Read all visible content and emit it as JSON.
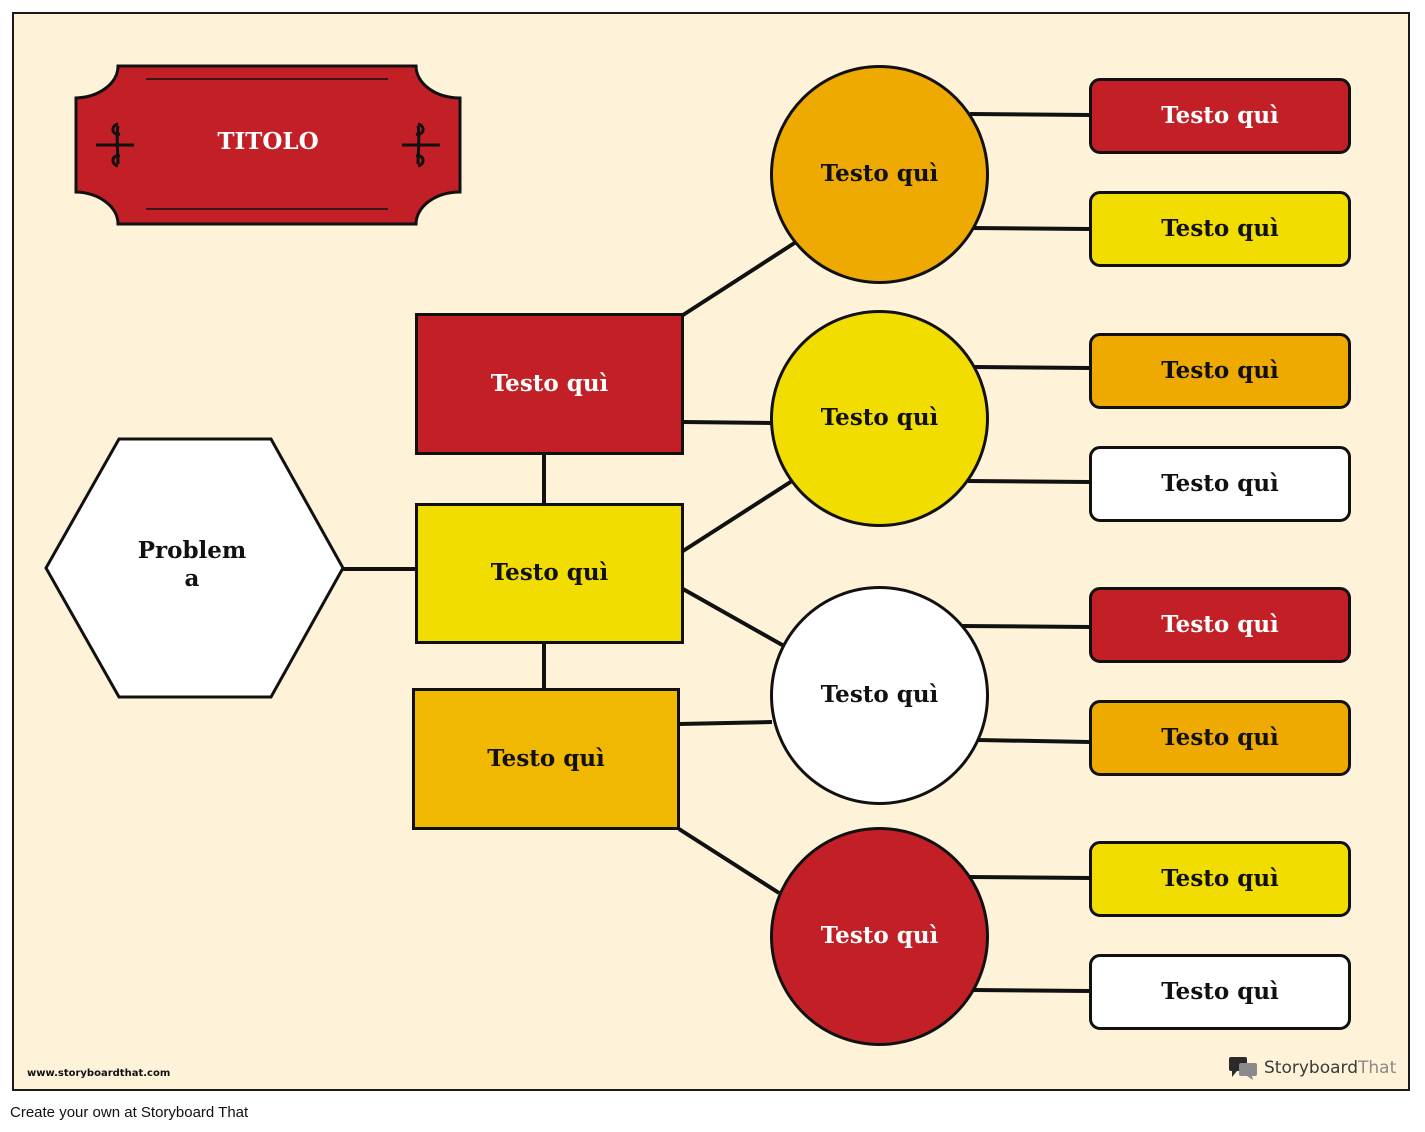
{
  "title": "TITOLO",
  "problem": "Problem\na",
  "categories": [
    {
      "label": "Testo quì",
      "color": "#c22026"
    },
    {
      "label": "Testo quì",
      "color": "#f1de00"
    },
    {
      "label": "Testo quì",
      "color": "#f0b800"
    }
  ],
  "causes": [
    {
      "label": "Testo quì",
      "color": "#eeaa00"
    },
    {
      "label": "Testo quì",
      "color": "#f1de00"
    },
    {
      "label": "Testo quì",
      "color": "#ffffff"
    },
    {
      "label": "Testo quì",
      "color": "#c22026"
    }
  ],
  "details": [
    {
      "label": "Testo quì",
      "color": "#c22026"
    },
    {
      "label": "Testo quì",
      "color": "#f1de00"
    },
    {
      "label": "Testo quì",
      "color": "#eeaa00"
    },
    {
      "label": "Testo quì",
      "color": "#ffffff"
    },
    {
      "label": "Testo quì",
      "color": "#c22026"
    },
    {
      "label": "Testo quì",
      "color": "#eeaa00"
    },
    {
      "label": "Testo quì",
      "color": "#f1de00"
    },
    {
      "label": "Testo quì",
      "color": "#ffffff"
    }
  ],
  "watermark": {
    "website": "www.storyboardthat.com",
    "brand_part1": "Storyboard",
    "brand_part2": "That"
  },
  "footer": "Create your own at Storyboard That"
}
